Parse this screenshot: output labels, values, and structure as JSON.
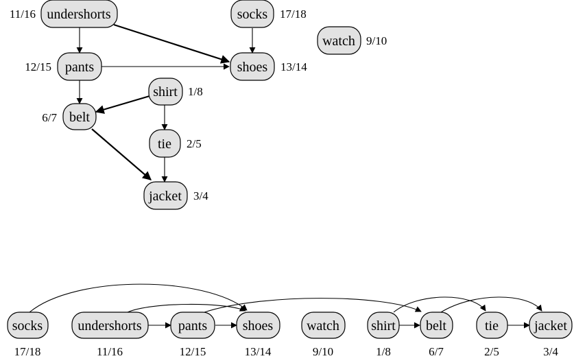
{
  "nodes": [
    {
      "id": "undershorts",
      "label": "undershorts",
      "times": "11/16"
    },
    {
      "id": "socks",
      "label": "socks",
      "times": "17/18"
    },
    {
      "id": "watch",
      "label": "watch",
      "times": "9/10"
    },
    {
      "id": "pants",
      "label": "pants",
      "times": "12/15"
    },
    {
      "id": "shoes",
      "label": "shoes",
      "times": "13/14"
    },
    {
      "id": "shirt",
      "label": "shirt",
      "times": "1/8"
    },
    {
      "id": "belt",
      "label": "belt",
      "times": "6/7"
    },
    {
      "id": "tie",
      "label": "tie",
      "times": "2/5"
    },
    {
      "id": "jacket",
      "label": "jacket",
      "times": "3/4"
    }
  ],
  "edges": [
    {
      "from": "undershorts",
      "to": "pants"
    },
    {
      "from": "undershorts",
      "to": "shoes"
    },
    {
      "from": "socks",
      "to": "shoes"
    },
    {
      "from": "pants",
      "to": "shoes"
    },
    {
      "from": "pants",
      "to": "belt"
    },
    {
      "from": "shirt",
      "to": "belt"
    },
    {
      "from": "shirt",
      "to": "tie"
    },
    {
      "from": "belt",
      "to": "jacket"
    },
    {
      "from": "tie",
      "to": "jacket"
    }
  ],
  "sorted_order": [
    "socks",
    "undershorts",
    "pants",
    "shoes",
    "watch",
    "shirt",
    "belt",
    "tie",
    "jacket"
  ]
}
